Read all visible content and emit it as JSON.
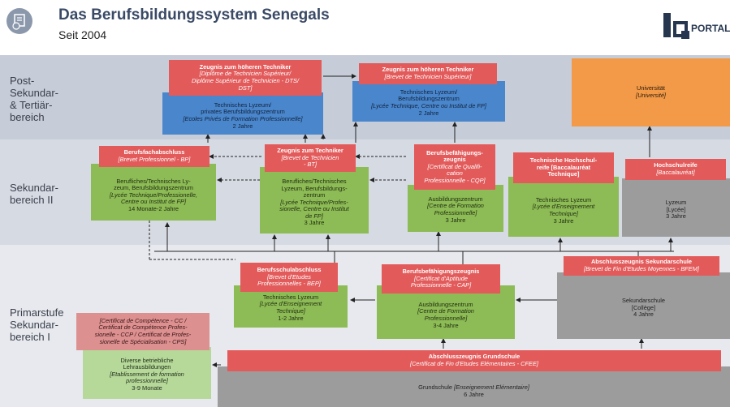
{
  "header": {
    "title": "Das Berufsbildungssystem Senegals",
    "subtitle": "Seit 2004",
    "logo_text": "PORTAL"
  },
  "levels": {
    "post": "Post-\nSekundar-\n& Tertiär-\nbereich",
    "sek2": "Sekundar-\nbereich II",
    "prim": "Primarstufe\nSekundar-\nbereich I"
  },
  "post": {
    "dts": {
      "name": "Zeugnis zum höheren Techniker",
      "fr": "[Diplôme de Technicien Supérieur/",
      "fr2": "Diplôme Supérieur de Technicien - DTS/",
      "fr3": "DST]"
    },
    "privat": {
      "l1": "Technisches Lyzeum/",
      "l2": "privates Berufsbildungszentrum",
      "fr": "[Ecoles Privés de Formation Professionnelle]",
      "dur": "2 Jahre"
    },
    "bts": {
      "name": "Zeugnis zum höheren Techniker",
      "fr": "[Brevet de Technicien Supérieur]"
    },
    "lyc": {
      "l1": "Technisches Lyzeum/",
      "l2": "Berufsbildungszentrum",
      "fr": "[Lycée Technique, Centre ou Institut de FP]",
      "dur": "2 Jahre"
    },
    "uni": {
      "l1": "Universität",
      "fr": "[Université]"
    }
  },
  "sek2": {
    "bp": {
      "name": "Berufsfachabschluss",
      "fr": "[Brevet Professionnel - BP]"
    },
    "bp_box": {
      "l1": "Berufliches/Technisches Ly-",
      "l2": "zeum, Berufsbildungszentrum",
      "fr1": "[Lycée Technique/Professionelle,",
      "fr2": "Centre ou Institut de FP]",
      "dur": "14 Monate-2 Jahre"
    },
    "bt": {
      "name": "Zeugnis zum Techniker",
      "fr1": "[Brevet de Technicien",
      "fr2": "- BT]"
    },
    "bt_box": {
      "l1": "Berufliches/Technisches",
      "l2": "Lyzeum, Berufsbildungs-",
      "l3": "zentrum",
      "fr1": "[Lycée Technique/Profes-",
      "fr2": "sionelle, Centre ou Institut",
      "fr3": "de FP]",
      "dur": "3 Jahre"
    },
    "cqp": {
      "n1": "Berufsbefähigungs-",
      "n2": "zeugnis",
      "fr1": "[Certificat de Qualifi-",
      "fr2": "cation",
      "fr3": "Professionnelle - CQP]"
    },
    "cqp_box": {
      "l1": "Ausbildungszentrum",
      "fr1": "[Centre de Formation",
      "fr2": "Professionnelle]",
      "dur": "3 Jahre"
    },
    "bac_t": {
      "n1": "Technische Hochschul-",
      "n2": "reife [Baccalauréat",
      "n3": "Technique]"
    },
    "bac_t_box": {
      "l1": "Technisches Lyzeum",
      "fr1": "[Lycée d'Enseignement",
      "fr2": "Technique]",
      "dur": "3 Jahre"
    },
    "bac": {
      "name": "Hochschulreife",
      "fr": "[Baccalauréat]"
    },
    "bac_box": {
      "l1": "Lyzeum",
      "fr": "[Lycée]",
      "dur": "3 Jahre"
    }
  },
  "prim": {
    "bep": {
      "name": "Berufsschulabschluss",
      "fr1": "[Brevet d'Etudes",
      "fr2": "Professionnelles - BEP]"
    },
    "bep_box": {
      "l1": "Technisches Lyzeum",
      "fr1": "[Lycée d'Enseignement",
      "fr2": "Technique]",
      "dur": "1-2 Jahre"
    },
    "cap": {
      "name": "Berufsbefähigungszeugnis",
      "fr1": "[Certificat d'Aptitude",
      "fr2": "Professionnelle - CAP]"
    },
    "cap_box": {
      "l1": "Ausbildungszentrum",
      "fr1": "[Centre de Formation",
      "fr2": "Professionnelle]",
      "dur": "3-4 Jahre"
    },
    "bfem": {
      "name": "Abschlusszeugnis Sekundarschule",
      "fr": "[Brevet de Fin d'Etudes Moyennes - BFEM]"
    },
    "bfem_box": {
      "l1": "Sekundarschule",
      "fr": "[Collège]",
      "dur": "4 Jahre"
    },
    "cc": {
      "fr1": "[Certificat de Compétence - CC /",
      "fr2": "Certificat de Compétence Profes-",
      "fr3": "sionelle - CCP / Certificat de Profes-",
      "fr4": "sionelle de Spécialisation - CPS]"
    },
    "cc_box": {
      "l1": "Diverse betriebliche",
      "l2": "Lehrausbildungen",
      "fr1": "[Etablissement de formation",
      "fr2": "professionnelle]",
      "dur": "3-9 Monate"
    },
    "cfee": {
      "name": "Abschlusszeugnis Grundschule",
      "fr": "[Certificat de Fin d'Etudes Elémentaires - CFEE]"
    },
    "grund": {
      "l1": "Grundschule",
      "fr": "[Enseignement Elémentaire]",
      "dur": "6 Jahre"
    }
  }
}
